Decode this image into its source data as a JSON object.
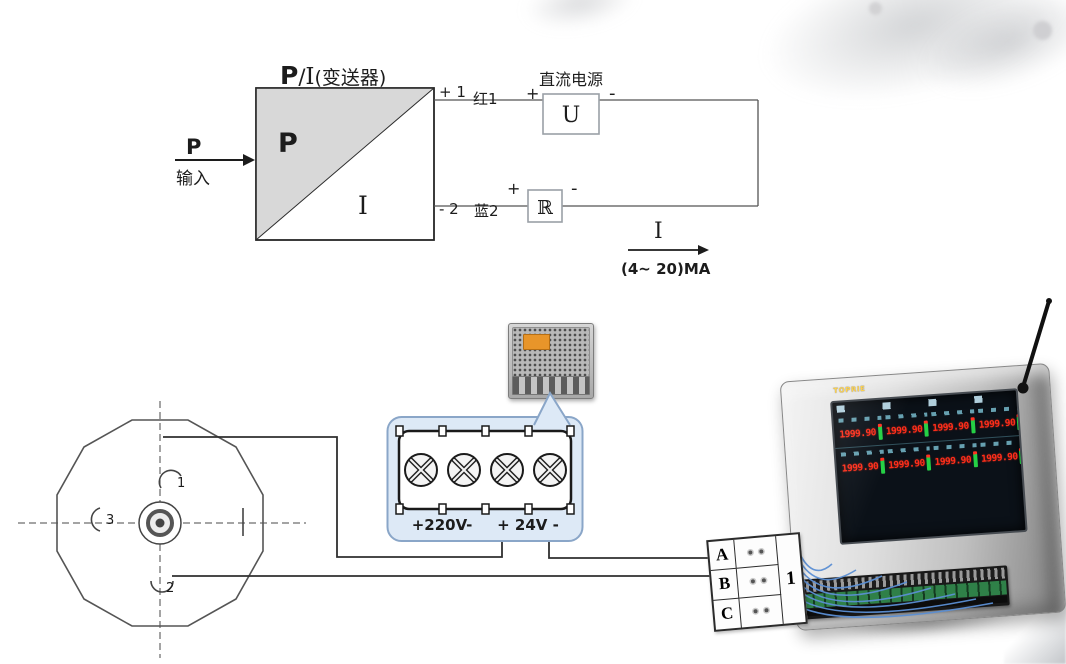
{
  "transmitter": {
    "title": {
      "p": "P",
      "slash": "/",
      "i": "I",
      "suffix": "(变送器)"
    },
    "input": {
      "top": "P",
      "bottom": "输入"
    },
    "box": {
      "p": "P",
      "i": "I"
    },
    "top_line": {
      "terminal": "+ 1",
      "wire": "红1",
      "plus": "+",
      "supply_label": "直流电源",
      "supply_symbol": "U",
      "minus": "-"
    },
    "bottom_line": {
      "plus": "+",
      "resistor": "ℝ",
      "minus": "-",
      "terminal": "- 2",
      "wire": "蓝2"
    },
    "output": {
      "symbol": "I",
      "range": "(4~ 20)MA"
    }
  },
  "callout": {
    "v220": "+220V-",
    "v24": "+ 24V -"
  },
  "connector": {
    "pin1": "1",
    "pin2": "2",
    "pin3": "3"
  },
  "abc": {
    "letters": [
      "A",
      "B",
      "C"
    ],
    "label": "1"
  },
  "recorder": {
    "brand": "TOPRIE",
    "rows": [
      [
        "1999.90",
        "1999.90",
        "1999.90",
        "1999.90"
      ],
      [
        "1999.90",
        "1999.90",
        "1999.90",
        "1999.90"
      ]
    ]
  },
  "colors": {
    "screen_value_red": "#ff2e1a",
    "bar_green": "#25d045",
    "callout_bg": "#dde9f6",
    "callout_border": "#8aa6c8",
    "wire_blue": "#5b8fd4",
    "psu_label_orange": "#e8952a",
    "diagram_gray_fill": "#d8d8d8"
  }
}
